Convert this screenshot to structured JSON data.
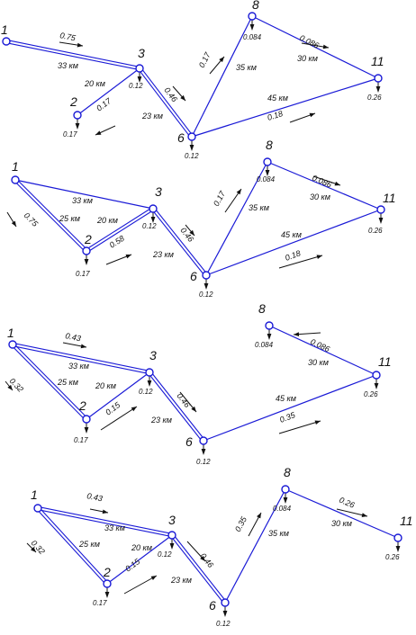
{
  "diagrams": [
    {
      "nodes": [
        {
          "id": "1",
          "label": "1",
          "load": ""
        },
        {
          "id": "2",
          "label": "2",
          "load": "0.17"
        },
        {
          "id": "3",
          "label": "3",
          "load": "0.12"
        },
        {
          "id": "6",
          "label": "6",
          "load": "0.12"
        },
        {
          "id": "8",
          "label": "8",
          "load": "0.084"
        },
        {
          "id": "11",
          "label": "11",
          "load": "0.26"
        }
      ],
      "edges": [
        {
          "from": "1",
          "to": "3",
          "double": true,
          "km": "33 км",
          "flow": "0.75"
        },
        {
          "from": "2",
          "to": "3",
          "double": false,
          "km": "20 км",
          "flow": "0.17"
        },
        {
          "from": "3",
          "to": "6",
          "double": true,
          "km": "23 км",
          "flow": "0.46"
        },
        {
          "from": "6",
          "to": "8",
          "double": false,
          "km": "35 км",
          "flow": "0.17"
        },
        {
          "from": "8",
          "to": "11",
          "double": false,
          "km": "30 км",
          "flow": "0.086"
        },
        {
          "from": "6",
          "to": "11",
          "double": false,
          "km": "45 км",
          "flow": "0.18"
        }
      ]
    },
    {
      "nodes": [
        {
          "id": "1",
          "label": "1",
          "load": ""
        },
        {
          "id": "2",
          "label": "2",
          "load": "0.17"
        },
        {
          "id": "3",
          "label": "3",
          "load": "0.12"
        },
        {
          "id": "6",
          "label": "6",
          "load": "0.12"
        },
        {
          "id": "8",
          "label": "8",
          "load": "0.084"
        },
        {
          "id": "11",
          "label": "11",
          "load": "0.26"
        }
      ],
      "edges": [
        {
          "from": "1",
          "to": "2",
          "double": true,
          "km": "25 км",
          "flow": "0.75"
        },
        {
          "from": "1",
          "to": "3",
          "double": false,
          "km": "33 км",
          "flow": ""
        },
        {
          "from": "2",
          "to": "3",
          "double": true,
          "km": "20 км",
          "flow": "0.58"
        },
        {
          "from": "3",
          "to": "6",
          "double": true,
          "km": "23 км",
          "flow": "0.46"
        },
        {
          "from": "6",
          "to": "8",
          "double": false,
          "km": "35 км",
          "flow": "0.17"
        },
        {
          "from": "8",
          "to": "11",
          "double": false,
          "km": "30 км",
          "flow": "0.086"
        },
        {
          "from": "6",
          "to": "11",
          "double": false,
          "km": "45 км",
          "flow": "0.18"
        }
      ]
    },
    {
      "nodes": [
        {
          "id": "1",
          "label": "1",
          "load": ""
        },
        {
          "id": "2",
          "label": "2",
          "load": "0.17"
        },
        {
          "id": "3",
          "label": "3",
          "load": "0.12"
        },
        {
          "id": "6",
          "label": "6",
          "load": "0.12"
        },
        {
          "id": "8",
          "label": "8",
          "load": "0.084"
        },
        {
          "id": "11",
          "label": "11",
          "load": "0.26"
        }
      ],
      "edges": [
        {
          "from": "1",
          "to": "3",
          "double": true,
          "km": "33 км",
          "flow": "0.43"
        },
        {
          "from": "1",
          "to": "2",
          "double": true,
          "km": "25 км",
          "flow": "0.32"
        },
        {
          "from": "2",
          "to": "3",
          "double": false,
          "km": "20 км",
          "flow": "0.15"
        },
        {
          "from": "3",
          "to": "6",
          "double": true,
          "km": "23 км",
          "flow": "0.46"
        },
        {
          "from": "6",
          "to": "11",
          "double": false,
          "km": "45 км",
          "flow": "0.35"
        },
        {
          "from": "8",
          "to": "11",
          "double": false,
          "km": "30 км",
          "flow": "0.086"
        }
      ]
    },
    {
      "nodes": [
        {
          "id": "1",
          "label": "1",
          "load": ""
        },
        {
          "id": "2",
          "label": "2",
          "load": "0.17"
        },
        {
          "id": "3",
          "label": "3",
          "load": "0.12"
        },
        {
          "id": "6",
          "label": "6",
          "load": "0.12"
        },
        {
          "id": "8",
          "label": "8",
          "load": "0.084"
        },
        {
          "id": "11",
          "label": "11",
          "load": "0.26"
        }
      ],
      "edges": [
        {
          "from": "1",
          "to": "3",
          "double": true,
          "km": "33 км",
          "flow": "0.43"
        },
        {
          "from": "1",
          "to": "2",
          "double": true,
          "km": "25 км",
          "flow": "0.32"
        },
        {
          "from": "2",
          "to": "3",
          "double": false,
          "km": "20 км",
          "flow": "0.15"
        },
        {
          "from": "3",
          "to": "6",
          "double": true,
          "km": "23 км",
          "flow": "0.46"
        },
        {
          "from": "6",
          "to": "8",
          "double": false,
          "km": "35 км",
          "flow": "0.35"
        },
        {
          "from": "8",
          "to": "11",
          "double": false,
          "km": "30 км",
          "flow": "0.26"
        }
      ]
    }
  ],
  "colors": {
    "line": "#1a1ad6",
    "text": "#111111"
  }
}
